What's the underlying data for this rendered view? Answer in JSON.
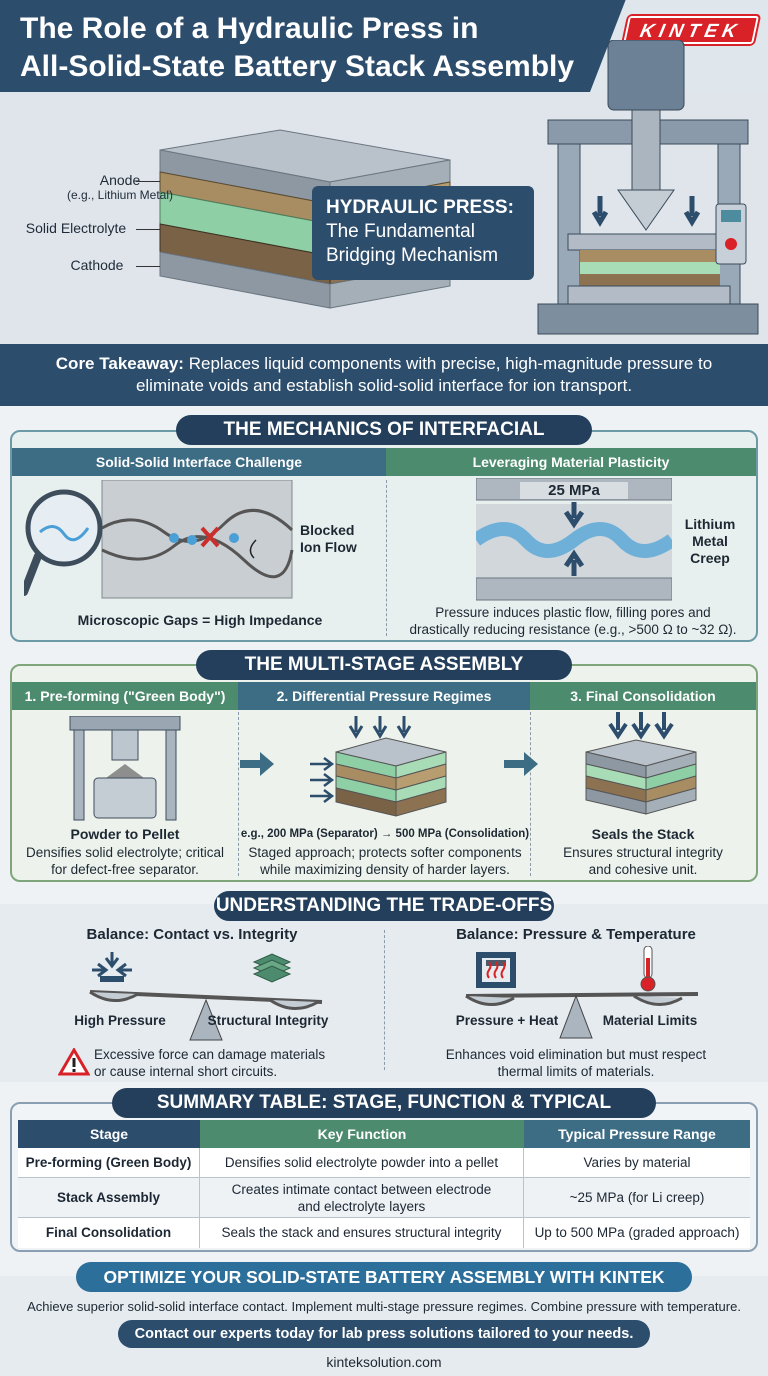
{
  "header": {
    "title_line1": "The Role of a Hydraulic Press in",
    "title_line2": "All-Solid-State Battery Stack Assembly",
    "logo": "KINTEK"
  },
  "hero": {
    "label_anode": "Anode",
    "label_anode_sub": "(e.g., Lithium Metal)",
    "label_electrolyte": "Solid Electrolyte",
    "label_cathode": "Cathode",
    "press_heading": "HYDRAULIC PRESS:",
    "press_subtitle_line1": "The Fundamental",
    "press_subtitle_line2": "Bridging Mechanism"
  },
  "takeaway": {
    "label": "Core Takeaway:",
    "text_line1": " Replaces liquid components with precise, high-magnitude pressure to",
    "text_line2": "eliminate voids and establish solid-solid interface for ion transport."
  },
  "mechanics": {
    "title": "THE MECHANICS OF INTERFACIAL CONTACT",
    "left_tab": "Solid-Solid Interface Challenge",
    "left_callout_line1": "Blocked",
    "left_callout_line2": "Ion Flow",
    "left_caption": "Microscopic Gaps = High Impedance",
    "right_tab": "Leveraging Material Plasticity",
    "pressure_label": "25 MPa",
    "right_callout_line1": "Lithium",
    "right_callout_line2": "Metal",
    "right_callout_line3": "Creep",
    "right_caption_line1": "Pressure induces plastic flow, filling pores and",
    "right_caption_line2": "drastically reducing resistance (e.g., >500 Ω to ~32 Ω)."
  },
  "process": {
    "title": "THE MULTI-STAGE ASSEMBLY PROCESS",
    "stage1_tab": "1. Pre-forming (\"Green Body\")",
    "stage1_heading": "Powder to Pellet",
    "stage1_line1": "Densifies solid electrolyte; critical",
    "stage1_line2": "for defect-free separator.",
    "stage2_tab": "2. Differential Pressure Regimes",
    "stage2_heading": "e.g., 200 MPa (Separator) → 500 MPa (Consolidation)",
    "stage2_line1": "Staged approach; protects softer components",
    "stage2_line2": "while maximizing density of harder layers.",
    "stage3_tab": "3. Final Consolidation",
    "stage3_heading": "Seals the Stack",
    "stage3_line1": "Ensures structural integrity",
    "stage3_line2": "and cohesive unit."
  },
  "tradeoffs": {
    "title": "UNDERSTANDING THE TRADE-OFFS",
    "left_heading": "Balance: Contact vs. Integrity",
    "left_pan_left": "High Pressure",
    "left_pan_right": "Structural Integrity",
    "left_warning_line1": "Excessive force can damage materials",
    "left_warning_line2": "or cause internal short circuits.",
    "right_heading": "Balance: Pressure & Temperature",
    "right_pan_left": "Pressure + Heat",
    "right_pan_right": "Material Limits",
    "right_note_line1": "Enhances void elimination but must respect",
    "right_note_line2": "thermal limits of materials."
  },
  "summary": {
    "title": "SUMMARY TABLE: STAGE, FUNCTION & TYPICAL PRESSURE",
    "headers": [
      "Stage",
      "Key Function",
      "Typical Pressure Range"
    ],
    "rows": [
      {
        "stage": "Pre-forming (Green Body)",
        "function_line1": "Densifies solid electrolyte powder into a pellet",
        "function_line2": "",
        "pressure": "Varies by material"
      },
      {
        "stage": "Stack Assembly",
        "function_line1": "Creates intimate contact between electrode",
        "function_line2": "and electrolyte layers",
        "pressure": "~25 MPa (for Li creep)"
      },
      {
        "stage": "Final Consolidation",
        "function_line1": "Seals the stack and ensures structural integrity",
        "function_line2": "",
        "pressure": "Up to 500 MPa (graded approach)"
      }
    ]
  },
  "cta": {
    "banner": "OPTIMIZE YOUR SOLID-STATE BATTERY ASSEMBLY WITH KINTEK",
    "line": "Achieve superior solid-solid interface contact. Implement multi-stage pressure regimes. Combine pressure with temperature.",
    "button": "Contact our experts today for lab press solutions tailored to your needs.",
    "url": "kinteksolution.com"
  },
  "colors": {
    "navy": "#2c4d6c",
    "teal_tab": "#3d6c85",
    "green_tab": "#4d8b6f",
    "brand_red": "#d92128"
  }
}
